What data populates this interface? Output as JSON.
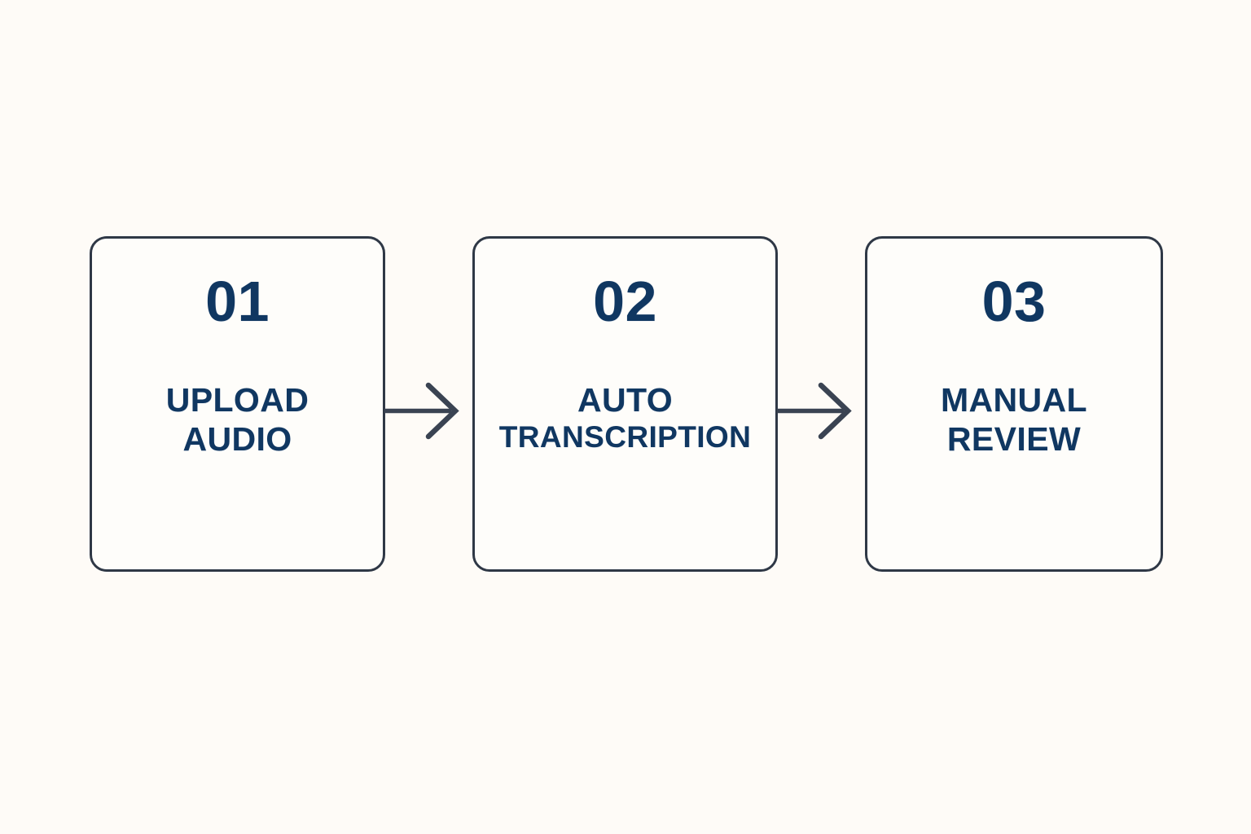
{
  "diagram": {
    "type": "process-flow",
    "orientation": "horizontal",
    "background_color": "#fefbf7",
    "accent_color": "#103761",
    "border_color": "#2f3846",
    "arrow_color": "#3a4352",
    "steps": [
      {
        "number": "01",
        "label_lines": [
          "UPLOAD",
          "AUDIO"
        ],
        "label_text": "UPLOAD AUDIO"
      },
      {
        "number": "02",
        "label_lines": [
          "AUTO",
          "TRANSCRIPTION"
        ],
        "label_text": "AUTO TRANSCRIPTION"
      },
      {
        "number": "03",
        "label_lines": [
          "MANUAL",
          "REVIEW"
        ],
        "label_text": "MANUAL REVIEW"
      }
    ],
    "connectors": [
      {
        "icon": "arrow-right-icon",
        "from": "01",
        "to": "02"
      },
      {
        "icon": "arrow-right-icon",
        "from": "02",
        "to": "03"
      }
    ]
  }
}
